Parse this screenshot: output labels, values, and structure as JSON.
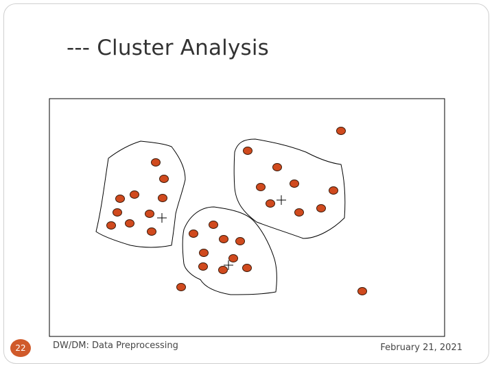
{
  "slide": {
    "title": "--- Cluster Analysis",
    "page_number": "22",
    "footer_left": "DW/DM: Data Preprocessing",
    "footer_right": "February 21, 2021"
  },
  "diagram": {
    "point_color": "#d04a1e",
    "point_stroke": "#3a1a0a",
    "cluster_outline_color": "#000000",
    "centroid_marker": "+",
    "clusters": [
      {
        "name": "cluster-left",
        "points": [
          [
            227,
            237
          ],
          [
            239,
            261
          ],
          [
            175,
            290
          ],
          [
            196,
            284
          ],
          [
            237,
            289
          ],
          [
            171,
            310
          ],
          [
            218,
            312
          ],
          [
            162,
            329
          ],
          [
            189,
            326
          ],
          [
            221,
            338
          ]
        ],
        "centroid": [
          236,
          318
        ]
      },
      {
        "name": "cluster-right",
        "points": [
          [
            361,
            220
          ],
          [
            404,
            244
          ],
          [
            380,
            273
          ],
          [
            429,
            268
          ],
          [
            486,
            278
          ],
          [
            394,
            297
          ],
          [
            436,
            310
          ],
          [
            468,
            304
          ]
        ],
        "centroid": [
          410,
          292
        ]
      },
      {
        "name": "cluster-bottom",
        "points": [
          [
            282,
            341
          ],
          [
            311,
            328
          ],
          [
            326,
            349
          ],
          [
            350,
            352
          ],
          [
            297,
            369
          ],
          [
            340,
            377
          ],
          [
            296,
            389
          ],
          [
            325,
            394
          ],
          [
            360,
            391
          ]
        ],
        "centroid": [
          333,
          387
        ]
      }
    ],
    "outliers": [
      [
        497,
        191
      ],
      [
        264,
        419
      ],
      [
        528,
        425
      ]
    ]
  }
}
